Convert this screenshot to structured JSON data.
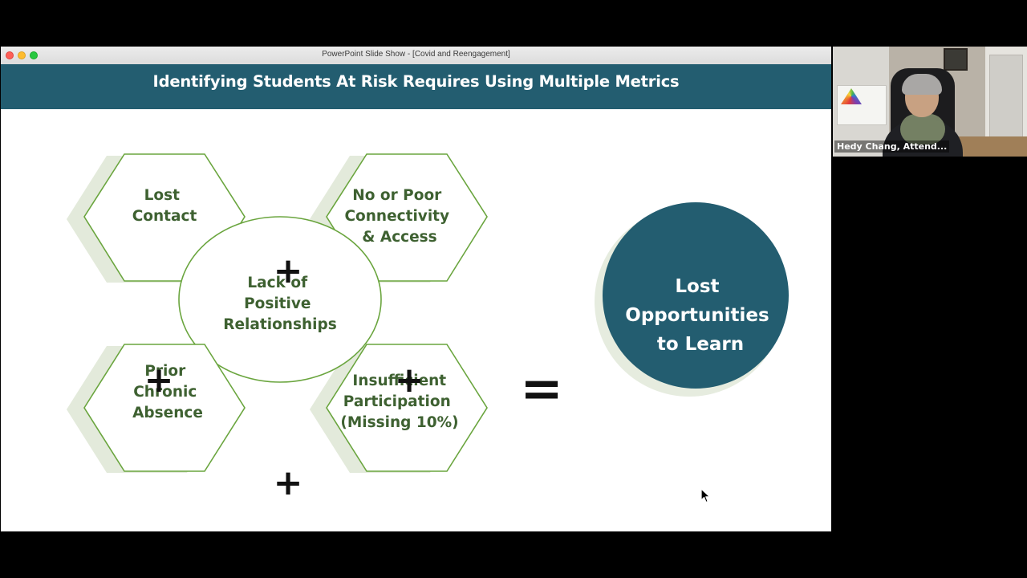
{
  "window": {
    "title": "PowerPoint Slide Show - [Covid and Reengagement]"
  },
  "slide": {
    "title": "Identifying Students At Risk Requires Using Multiple Metrics",
    "center_circle": [
      "Lack of",
      "Positive",
      "Relationships"
    ],
    "hexagons": {
      "top_left": [
        "Lost",
        "Contact"
      ],
      "top_right": [
        "No or Poor",
        "Connectivity",
        "& Access"
      ],
      "bottom_left": [
        "Prior",
        "Chronic",
        "Absence"
      ],
      "bottom_right": [
        "Insufficient",
        "Participation",
        "(Missing 10%)"
      ]
    },
    "operators": {
      "plus": "+",
      "equals": "="
    },
    "result": [
      "Lost",
      "Opportunities",
      "to Learn"
    ],
    "colors": {
      "banner": "#235d70",
      "hex_outline": "#6aa53e",
      "hex_text": "#3e6131",
      "hex_shadow": "#e3eadb",
      "result_circle": "#235d70"
    }
  },
  "video": {
    "participant_name": "Hedy Chang, Attend..."
  },
  "icons": [
    "close-window-icon",
    "minimize-window-icon",
    "maximize-window-icon",
    "mouse-pointer-icon"
  ]
}
